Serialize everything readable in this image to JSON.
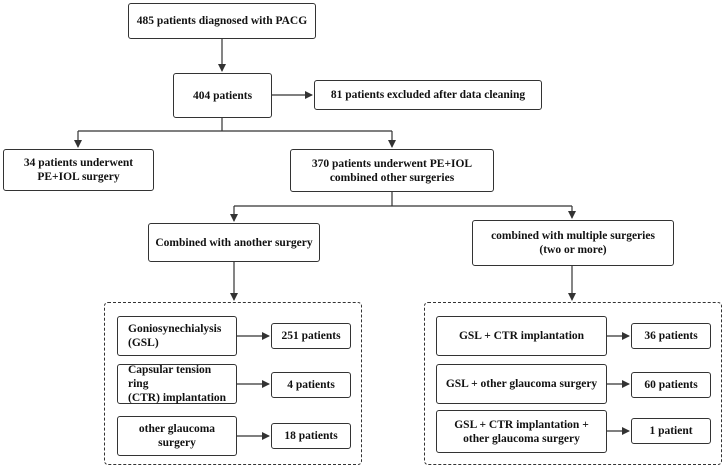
{
  "nodes": {
    "total": {
      "line1": "485 patients diagnosed with PACG"
    },
    "after_cleaning": {
      "line1": "404 patients"
    },
    "excluded": {
      "line1": "81 patients excluded after data cleaning"
    },
    "pe_iol_only": {
      "line1": "34 patients underwent",
      "line2": "PE+IOL surgery"
    },
    "pe_iol_combined": {
      "line1": "370 patients underwent PE+IOL",
      "line2": "combined other surgeries"
    },
    "combined_another": {
      "line1": "Combined with another surgery"
    },
    "combined_multiple": {
      "line1": "combined with multiple surgeries",
      "line2": "(two or more)"
    },
    "gsl": {
      "line1": "Goniosynechialysis",
      "line2": "(GSL)"
    },
    "gsl_count": {
      "line1": "251 patients"
    },
    "ctr": {
      "line1": "Capsular tension ring",
      "line2": "(CTR) implantation"
    },
    "ctr_count": {
      "line1": "4 patients"
    },
    "other_glaucoma": {
      "line1": "other glaucoma surgery"
    },
    "other_glaucoma_count": {
      "line1": "18 patients"
    },
    "gsl_ctr": {
      "line1": "GSL + CTR implantation"
    },
    "gsl_ctr_count": {
      "line1": "36 patients"
    },
    "gsl_other": {
      "line1": "GSL + other glaucoma surgery"
    },
    "gsl_other_count": {
      "line1": "60 patients"
    },
    "gsl_ctr_other": {
      "line1": "GSL + CTR implantation +",
      "line2": "other glaucoma surgery"
    },
    "gsl_ctr_other_count": {
      "line1": "1 patient"
    }
  },
  "colors": {
    "line": "#333333",
    "text": "#111111",
    "background": "#ffffff"
  }
}
